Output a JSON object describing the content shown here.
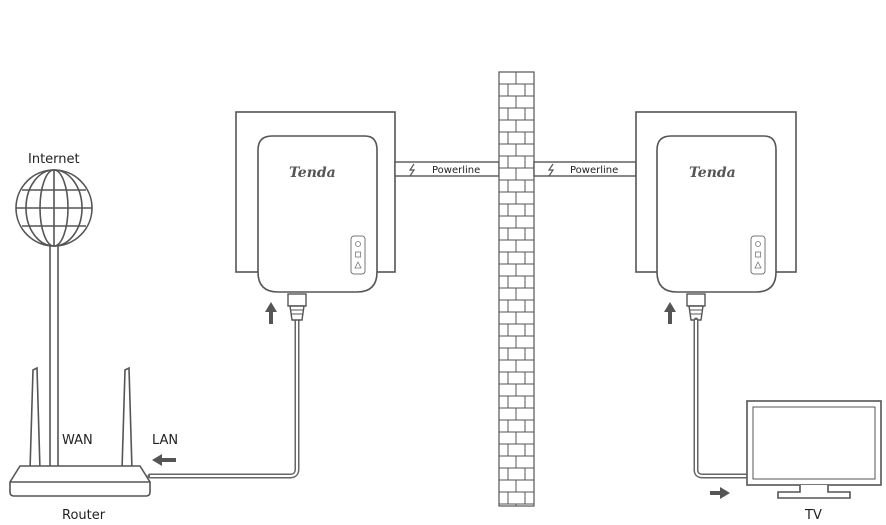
{
  "labels": {
    "internet": "Internet",
    "wan": "WAN",
    "lan": "LAN",
    "router": "Router",
    "powerline_left": "Powerline",
    "powerline_right": "Powerline",
    "tv": "TV"
  },
  "brand": {
    "left_adapter": "Tenda",
    "right_adapter": "Tenda"
  },
  "icons": {
    "globe": "globe-icon",
    "lightning": "lightning-icon",
    "arrow": "arrow-icon",
    "led": "led-indicator-icon"
  },
  "colors": {
    "line": "#555555",
    "cable": "#666666",
    "fill": "#ffffff",
    "arrow": "#555555"
  }
}
